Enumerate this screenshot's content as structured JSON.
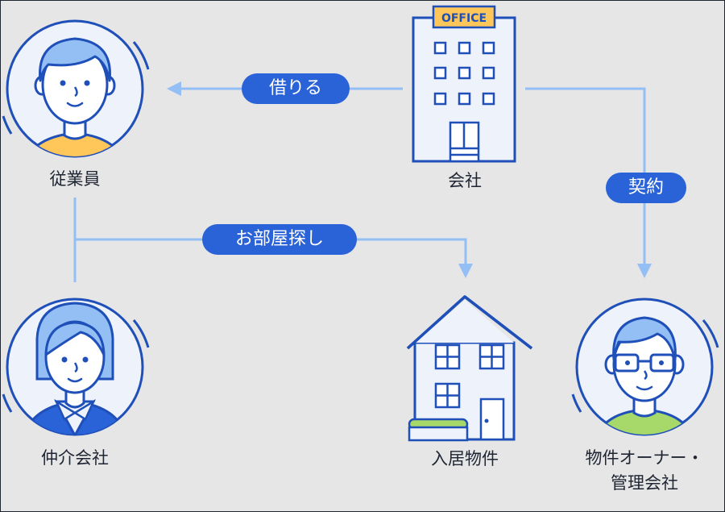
{
  "nodes": {
    "employee": "従業員",
    "company": "会社",
    "agency": "仲介会社",
    "property": "入居物件",
    "owner_line1": "物件オーナー・",
    "owner_line2": "管理会社"
  },
  "edges": {
    "rent": "借りる",
    "contract": "契約",
    "room_search": "お部屋探し"
  },
  "building_sign": "OFFICE",
  "colors": {
    "background": "#e6e6e6",
    "line": "#93bff5",
    "pill": "#2a62d8",
    "stroke": "#1f4fb8",
    "circle_fill": "#eef2fa",
    "skin": "#ffffff",
    "employee_shirt": "#ffc65a",
    "owner_shirt": "#a6d86a",
    "sign": "#ffc65a"
  }
}
